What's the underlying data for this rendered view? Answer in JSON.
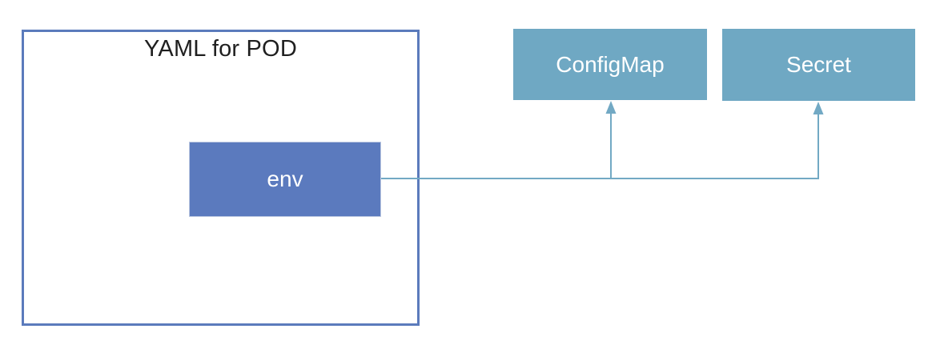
{
  "pod": {
    "label": "YAML for POD"
  },
  "nodes": {
    "env": {
      "label": "env"
    },
    "configmap": {
      "label": "ConfigMap"
    },
    "secret": {
      "label": "Secret"
    }
  },
  "connections": [
    {
      "from": "env",
      "to": "configmap",
      "style": "arrow-up"
    },
    {
      "from": "env",
      "to": "secret",
      "style": "arrow-up"
    }
  ],
  "colors": {
    "background": "#ffffff",
    "pod_border": "#5b7bbc",
    "env_fill": "#5b7abe",
    "target_fill": "#6fa8c3",
    "connector": "#72a9c4",
    "node_text": "#ffffff",
    "title_text": "#1f1f1f"
  }
}
